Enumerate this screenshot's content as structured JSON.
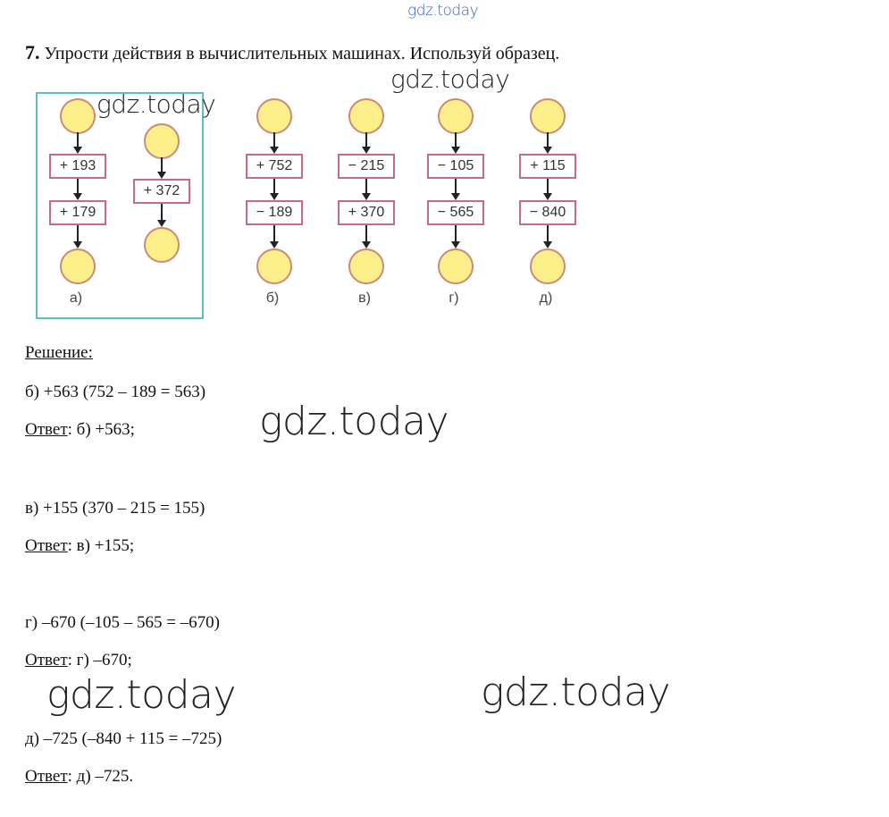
{
  "watermarks": [
    "gdz.today",
    "gdz.today",
    "gdz.today",
    "gdz.today",
    "gdz.today",
    "gdz.today"
  ],
  "task": {
    "number": "7.",
    "text": "Упрости действия в вычислительных машинах. Используй образец."
  },
  "machines": [
    {
      "label": "а)",
      "ops": [
        "+ 193",
        "+ 179"
      ]
    },
    {
      "label": "",
      "ops": [
        "+ 372"
      ]
    },
    {
      "label": "б)",
      "ops": [
        "+ 752",
        "− 189"
      ]
    },
    {
      "label": "в)",
      "ops": [
        "− 215",
        "+ 370"
      ]
    },
    {
      "label": "г)",
      "ops": [
        "− 105",
        "− 565"
      ]
    },
    {
      "label": "д)",
      "ops": [
        "+ 115",
        "− 840"
      ]
    }
  ],
  "solution": {
    "heading": "Решение",
    "answer_word": "Ответ",
    "items": [
      {
        "calc": "б) +563 (752 – 189 = 563)",
        "answer": ": б) +563;"
      },
      {
        "calc": "в) +155 (370 – 215 = 155)",
        "answer": ": в) +155;"
      },
      {
        "calc": "г) –670 (–105 – 565 = –670)",
        "answer": ": г) –670;"
      },
      {
        "calc": "д) –725 (–840 + 115 = –725)",
        "answer": ": д) –725."
      }
    ]
  }
}
